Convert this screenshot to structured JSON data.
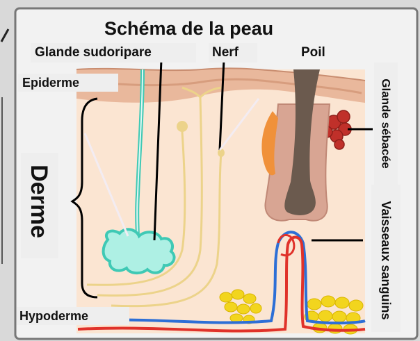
{
  "title": "Schéma de la peau",
  "labels": {
    "glande_sudoripare": "Glande sudoripare",
    "nerf": "Nerf",
    "poil": "Poil",
    "epiderme": "Epiderme",
    "derme": "Derme",
    "hypoderme": "Hypoderme",
    "glande_sebacee": "Glande sébacée",
    "vaisseaux_sanguins": "Vaisseaux sanguins"
  },
  "colors": {
    "background": "#d9d9d9",
    "label_bg": "#eeeeee",
    "dermis": "#fbe5d2",
    "epidermis": "#e9b89c",
    "sweat_gland": "#3fc9b5",
    "nerve": "#ecd38a",
    "hair": "#6b5a4e",
    "sebaceous_gland": "#c0302a",
    "artery": "#e0322a",
    "vein": "#2d6fd6",
    "fat": "#f2d51e"
  }
}
